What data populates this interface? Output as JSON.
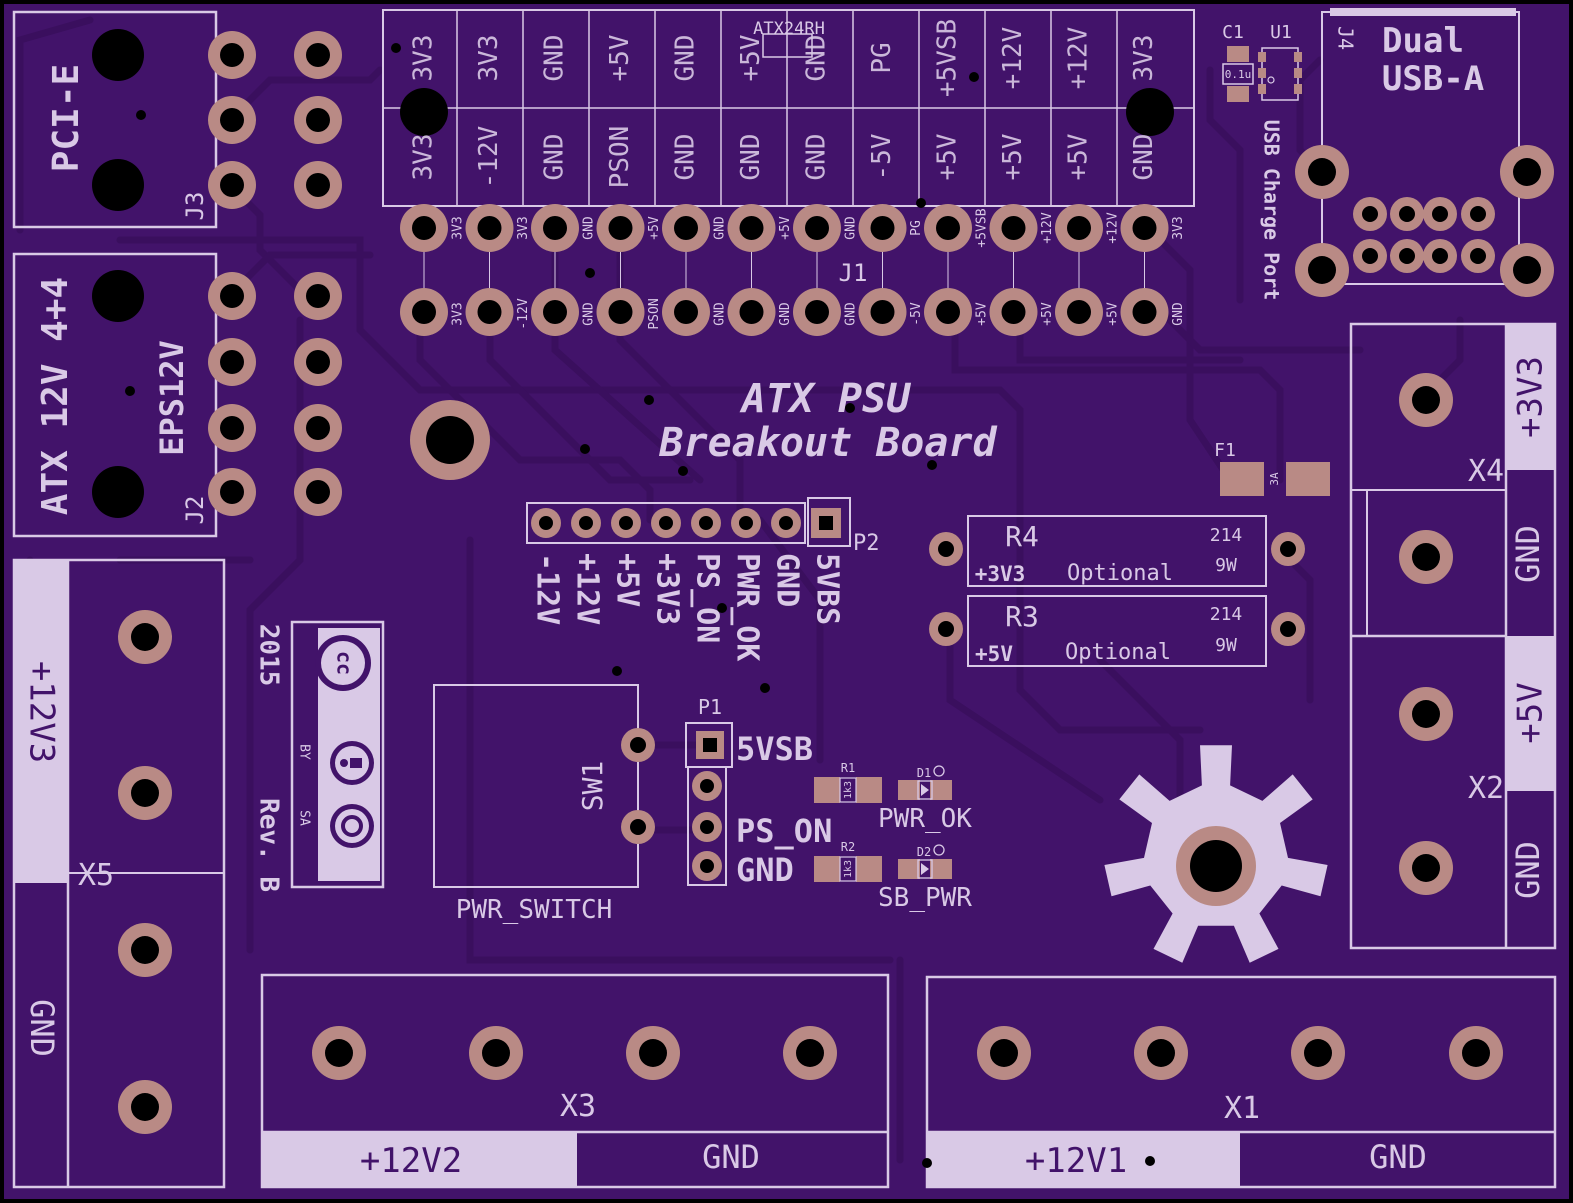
{
  "title": {
    "line1": "ATX PSU",
    "line2": "Breakout Board"
  },
  "colors": {
    "board": "#42136a",
    "copper_trace": "#3a0f5e",
    "silkscreen": "#d9c9e6",
    "pad": "#b98a85",
    "hole": "#000000",
    "background": "#000000"
  },
  "revision": {
    "year": "2015",
    "rev": "Rev. B",
    "license_icons": [
      "cc-icon",
      "by-icon",
      "sa-icon"
    ],
    "by": "BY",
    "sa": "SA"
  },
  "connectors": {
    "j3": {
      "ref": "J3",
      "label": "PCI-E"
    },
    "j2": {
      "ref": "J2",
      "label_outer": "ATX 12V 4+4",
      "label_inner": "EPS12V"
    },
    "j1": {
      "ref": "J1",
      "body_label": "ATX24RH",
      "top_row": [
        "3V3",
        "3V3",
        "GND",
        "+5V",
        "GND",
        "+5V",
        "GND",
        "PG",
        "+5VSB",
        "+12V",
        "+12V",
        "3V3"
      ],
      "bottom_row": [
        "3V3",
        "-12V",
        "GND",
        "PSON",
        "GND",
        "GND",
        "GND",
        "-5V",
        "+5V",
        "+5V",
        "+5V",
        "GND"
      ],
      "pin_top": [
        "3V3",
        "3V3",
        "GND",
        "+5V",
        "GND",
        "+5V",
        "GND",
        "PG",
        "+5VSB",
        "+12V",
        "+12V",
        "3V3"
      ],
      "pin_bottom": [
        "3V3",
        "-12V",
        "GND",
        "PSON",
        "GND",
        "GND",
        "GND",
        "-5V",
        "+5V",
        "+5V",
        "+5V",
        "GND"
      ]
    },
    "j4": {
      "ref": "J4",
      "label1": "Dual",
      "label2": "USB-A",
      "side_label": "USB Charge Port"
    },
    "c1": {
      "ref": "C1",
      "value": "0.1u"
    },
    "u1": {
      "ref": "U1"
    },
    "p2": {
      "ref": "P2",
      "pins": [
        "-12V",
        "+12V",
        "+5V",
        "+3V3",
        "PS_ON",
        "PWR_OK",
        "GND",
        "5VBS"
      ]
    },
    "p1": {
      "ref": "P1",
      "pins": [
        "5VSB",
        "PS_ON",
        "GND"
      ]
    },
    "sw1": {
      "ref": "SW1",
      "label": "PWR_SWITCH"
    },
    "f1": {
      "ref": "F1",
      "value": "3A"
    },
    "r4": {
      "ref": "R4",
      "net": "+3V3",
      "note": "Optional",
      "v1": "214",
      "v2": "9W"
    },
    "r3": {
      "ref": "R3",
      "net": "+5V",
      "note": "Optional",
      "v1": "214",
      "v2": "9W"
    },
    "r1": {
      "ref": "R1",
      "value": "1k3"
    },
    "r2": {
      "ref": "R2",
      "value": "1k3"
    },
    "d1": {
      "ref": "D1",
      "label": "PWR_OK"
    },
    "d2": {
      "ref": "D2",
      "label": "SB_PWR"
    },
    "x4": {
      "ref": "X4",
      "labels": [
        "+3V3",
        "GND"
      ]
    },
    "x2": {
      "ref": "X2",
      "labels": [
        "+5V",
        "GND"
      ]
    },
    "x5": {
      "ref": "X5",
      "labels": [
        "+12V3",
        "GND"
      ]
    },
    "x3": {
      "ref": "X3",
      "labels": [
        "+12V2",
        "GND"
      ]
    },
    "x1": {
      "ref": "X1",
      "labels": [
        "+12V1",
        "GND"
      ]
    }
  }
}
